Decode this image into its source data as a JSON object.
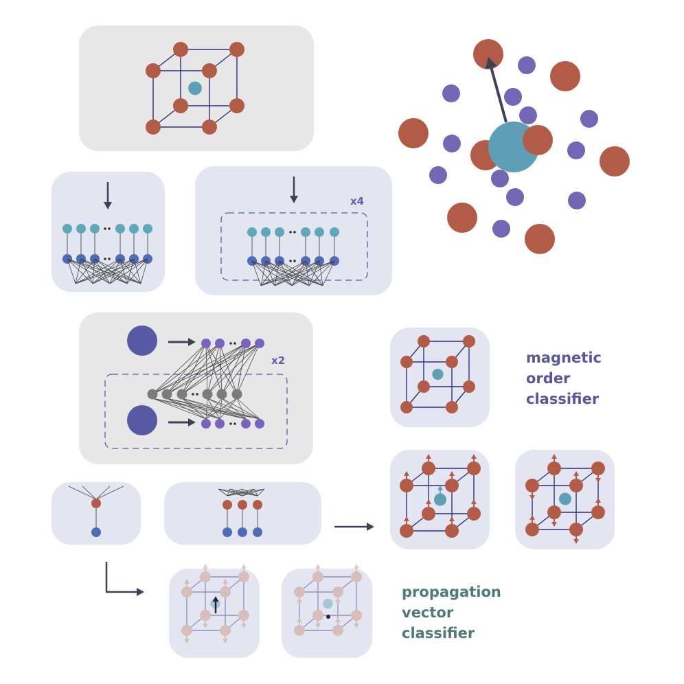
{
  "labels": {
    "repeat_x4": "x4",
    "repeat_x2": "x2",
    "magnetic": [
      "magnetic",
      "order",
      "classifier"
    ],
    "propagation": [
      "propagation",
      "vector",
      "classifier"
    ]
  },
  "colors": {
    "magnetic_atom": "#b25c47",
    "nonmagnetic_atom": "#5e9fb5",
    "neighbor_atom": "#7366b5",
    "node_teal": "#5fa8b8",
    "node_blue": "#4f6cb8",
    "node_purple": "#7a62bf",
    "node_gray": "#7b7b7b",
    "panel_gray": "#e7e7e7",
    "panel_blue": "#e3e6f0",
    "magnetic_label": "#5b559a",
    "propagation_label": "#4f7a78"
  }
}
